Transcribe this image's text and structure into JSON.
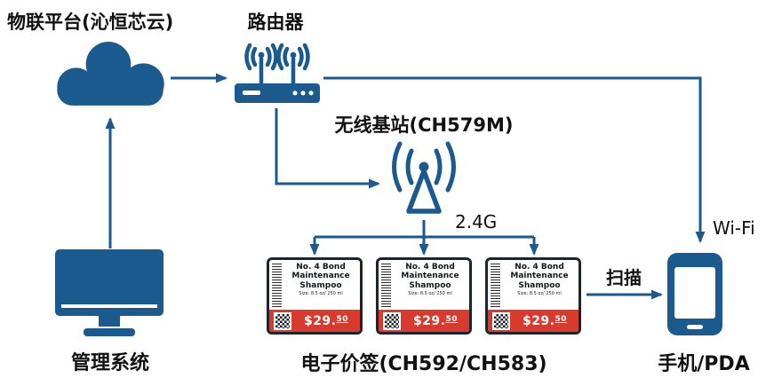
{
  "colors": {
    "primary": "#1A5A8E",
    "tag_red": "#D93A2E",
    "tag_border": "#1c2430",
    "text": "#111111"
  },
  "labels": {
    "platform": "物联平台(沁恒芯云)",
    "router": "路由器",
    "base_station": "无线基站(CH579M)",
    "rf": "2.4G",
    "wifi": "Wi-Fi",
    "scan": "扫描",
    "management": "管理系统",
    "esl": "电子价签(CH592/CH583)",
    "phone": "手机/PDA"
  },
  "icons": {
    "cloud": "cloud-icon",
    "router": "router-icon",
    "base_station": "antenna-tower-icon",
    "desktop": "desktop-monitor-icon",
    "phone": "smartphone-icon",
    "barcode": "barcode-icon",
    "qr": "qr-code-icon"
  },
  "price_tags": [
    {
      "title_line1": "No. 4 Bond",
      "title_line2": "Maintenance",
      "title_line3": "Shampoo",
      "size": "Size: 8.5 oz/ 250 ml",
      "price_main": "$29.",
      "price_cents": "50"
    },
    {
      "title_line1": "No. 4 Bond",
      "title_line2": "Maintenance",
      "title_line3": "Shampoo",
      "size": "Size: 8.5 oz/ 250 ml",
      "price_main": "$29.",
      "price_cents": "50"
    },
    {
      "title_line1": "No. 4 Bond",
      "title_line2": "Maintenance",
      "title_line3": "Shampoo",
      "size": "Size: 8.5 oz/ 250 ml",
      "price_main": "$29.",
      "price_cents": "50"
    }
  ]
}
